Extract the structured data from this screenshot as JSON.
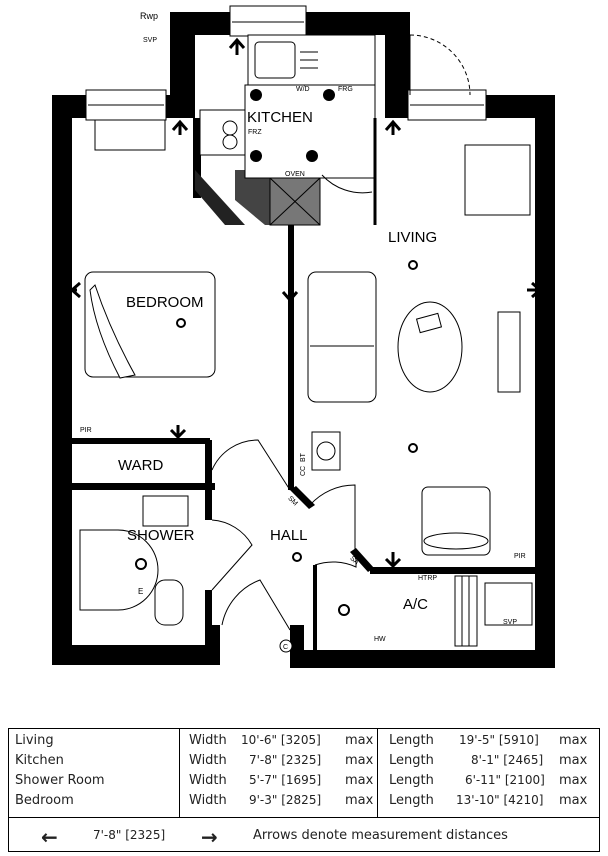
{
  "rooms": {
    "kitchen": "KITCHEN",
    "bedroom": "BEDROOM",
    "living": "LIVING",
    "ward": "WARD",
    "shower": "SHOWER",
    "hall": "HALL",
    "ac": "A/C"
  },
  "fixtures": {
    "rwp": "Rwp",
    "svp_top": "SVP",
    "wd": "W/D",
    "frg": "FRG",
    "frz": "FRZ",
    "oven": "OVEN",
    "pir_bedroom": "PIR",
    "pir_living": "PIR",
    "htrp": "HTRP",
    "hw": "HW",
    "svp_ac": "SVP",
    "sm": "SM",
    "sa": "SA",
    "cc": "CC",
    "bt": "BT",
    "e": "E",
    "c": "C"
  },
  "spec_table": {
    "rows": [
      {
        "room": "Living",
        "w_label": "Width",
        "width": "10'-6\" [3205]",
        "w_max": "max",
        "l_label": "Length",
        "length": "19'-5\" [5910]",
        "l_max": "max"
      },
      {
        "room": "Kitchen",
        "w_label": "Width",
        "width": "7'-8\" [2325]",
        "w_max": "max",
        "l_label": "Length",
        "length": "8'-1\" [2465]",
        "l_max": "max"
      },
      {
        "room": "Shower Room",
        "w_label": "Width",
        "width": "5'-7\" [1695]",
        "w_max": "max",
        "l_label": "Length",
        "length": "6'-11\" [2100]",
        "l_max": "max"
      },
      {
        "room": "Bedroom",
        "w_label": "Width",
        "width": "9'-3\" [2825]",
        "w_max": "max",
        "l_label": "Length",
        "length": "13'-10\" [4210]",
        "l_max": "max"
      }
    ],
    "legend_measure": "7'-8\" [2325]",
    "legend_text": "Arrows denote measurement distances"
  }
}
